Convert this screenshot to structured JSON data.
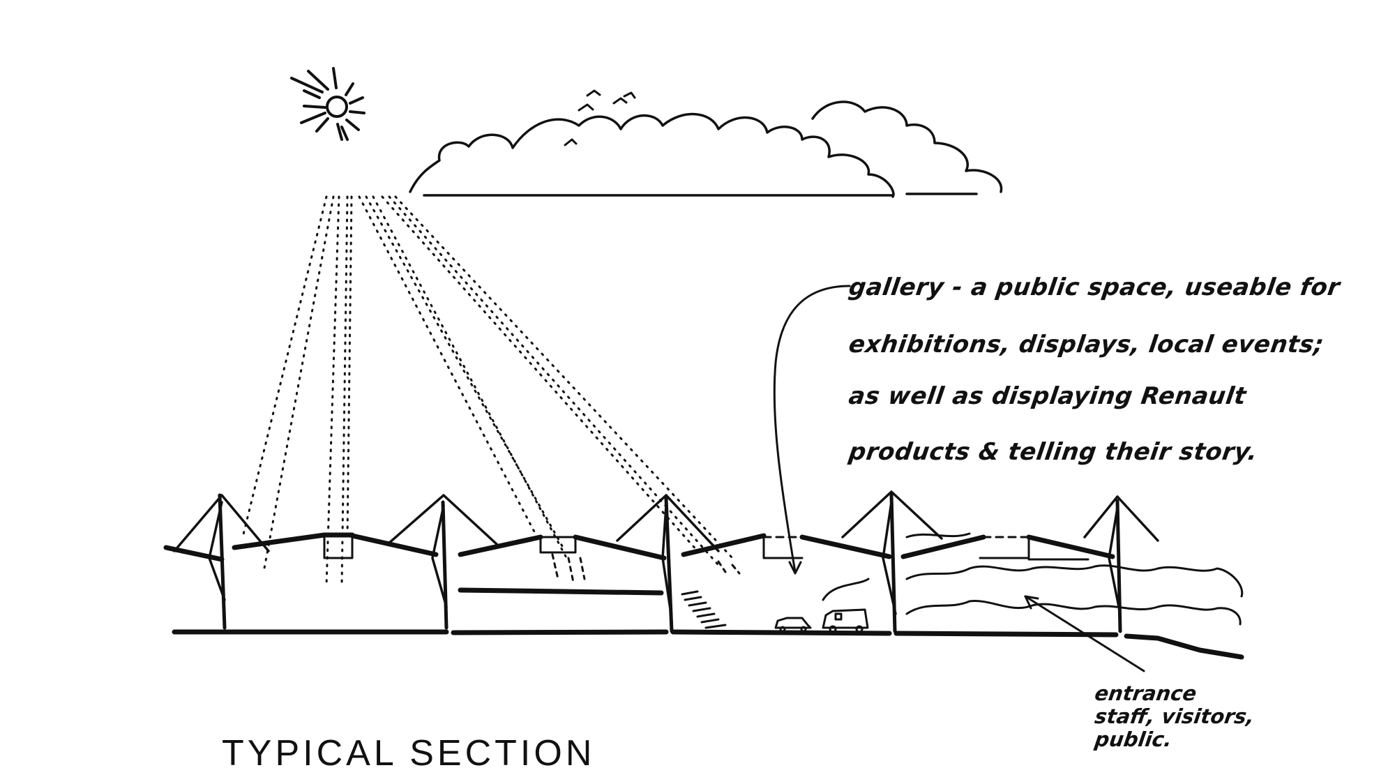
{
  "title": "TYPICAL SECTION",
  "annotation": {
    "lines": [
      "gallery - a public space, useable for",
      "exhibitions, displays, local events;",
      "as well as displaying Renault",
      "products & telling their story."
    ]
  },
  "entrance": {
    "lines": [
      "entrance",
      "staff, visitors,",
      "public."
    ]
  }
}
